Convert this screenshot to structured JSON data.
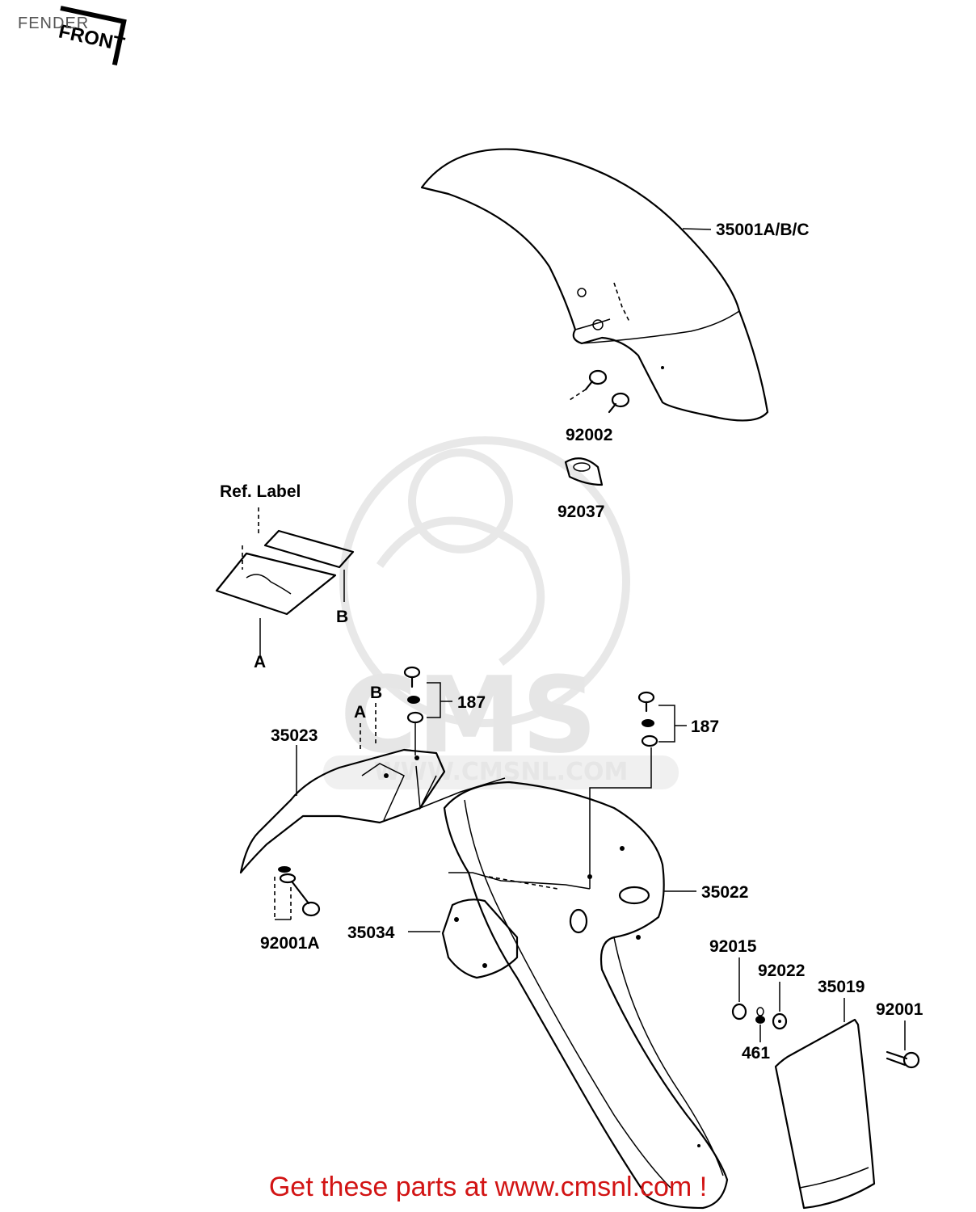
{
  "title": "FENDER",
  "front_stamp": "FRONT",
  "watermark": {
    "brand": "CMS",
    "url": "WWW.CMSNL.COM"
  },
  "labels": {
    "front_fender": "35001A/B/C",
    "bolt_92002": "92002",
    "grommet_92037": "92037",
    "ref_label": "Ref. Label",
    "ref_a": "A",
    "ref_b": "B",
    "bracket_35023": "35023",
    "bracket_a": "A",
    "bracket_b": "B",
    "bolt_187_left": "187",
    "bolt_187_right": "187",
    "bolt_92001A": "92001A",
    "plate_35034": "35034",
    "rear_fender": "35022",
    "nut_92015": "92015",
    "washer_92022": "92022",
    "screw_461": "461",
    "mudflap_35019": "35019",
    "bolt_92001": "92001"
  },
  "cta": "Get these parts at www.cmsnl.com !",
  "colors": {
    "cta": "#d21414",
    "watermark": "#e6e6e6"
  }
}
